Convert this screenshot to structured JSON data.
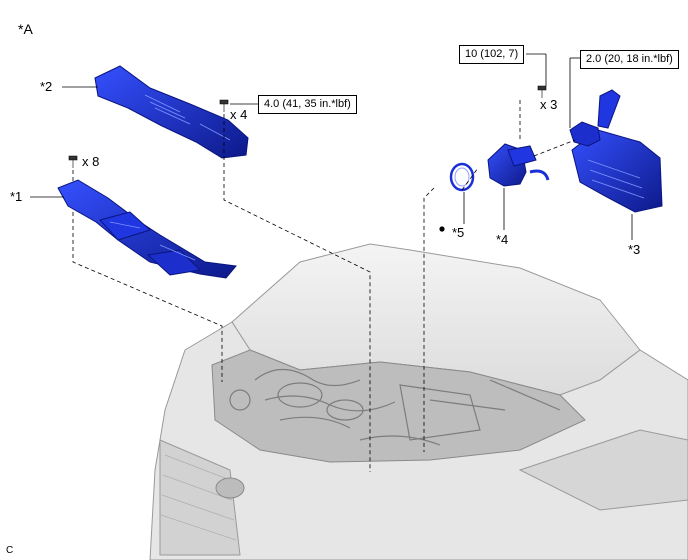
{
  "figure_label": "*A",
  "corner_code": "C",
  "parts": [
    {
      "id": "p1",
      "label": "*1"
    },
    {
      "id": "p2",
      "label": "*2"
    },
    {
      "id": "p3",
      "label": "*3"
    },
    {
      "id": "p4",
      "label": "*4"
    },
    {
      "id": "p5",
      "label": "*5"
    }
  ],
  "quantities": {
    "bolts_cover1": "x 8",
    "bolts_cover2": "x 4",
    "bolts_cleaner": "x 3"
  },
  "torques": {
    "t_cover2": "4.0 (41, 35 in.*lbf)",
    "t_bolt10": "10 (102, 7)",
    "t_clamp": "2.0 (20, 18 in.*lbf)"
  },
  "colors": {
    "part_blue": "#1a2fd6",
    "part_blue_dark": "#0d1a8a",
    "engine_gray": "#c8c8c8",
    "line": "#000000"
  }
}
